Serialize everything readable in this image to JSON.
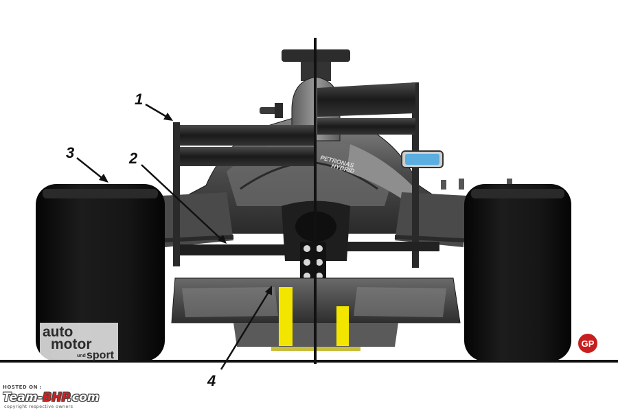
{
  "diagram": {
    "callouts": [
      {
        "id": "1",
        "label": "1"
      },
      {
        "id": "2",
        "label": "2"
      },
      {
        "id": "3",
        "label": "3"
      },
      {
        "id": "4",
        "label": "4"
      }
    ],
    "car_text": {
      "primary": "PETRONAS",
      "secondary": "HYBRID"
    },
    "watermark": {
      "line1": "auto",
      "line2": "motor",
      "line3": "sport",
      "prefix": "und"
    },
    "badge": {
      "label": "GP"
    }
  },
  "hosting": {
    "label": "HOSTED ON :",
    "brand_prefix": "Team-",
    "brand_accent": "BHP",
    "brand_suffix": ".com",
    "copyright": "copyright respective owners"
  },
  "colors": {
    "background": "#ffffff",
    "car_body": "#3a3a3a",
    "tyre": "#111111",
    "highlight": "#f2e600",
    "mirror": "#5aaee0",
    "badge": "#c81e1e",
    "brand_accent": "#d42020"
  }
}
